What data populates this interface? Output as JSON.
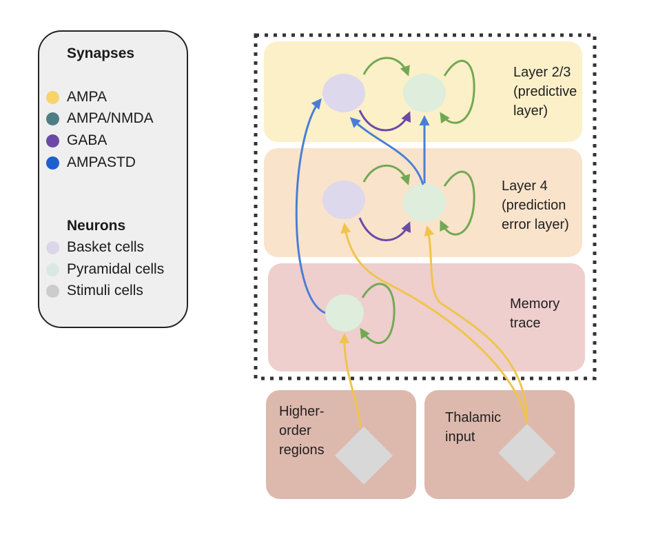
{
  "legend": {
    "synapses_heading": "Synapses",
    "synapses": [
      {
        "label": "AMPA",
        "color": "#f7d36b"
      },
      {
        "label": "AMPA/NMDA",
        "color": "#4f7d86"
      },
      {
        "label": "GABA",
        "color": "#6a4aa6"
      },
      {
        "label": "AMPASTD",
        "color": "#1e5fd0"
      }
    ],
    "neurons_heading": "Neurons",
    "neurons": [
      {
        "label": "Basket cells",
        "color": "#dcd6ea"
      },
      {
        "label": "Pyramidal cells",
        "color": "#d9e8e4"
      },
      {
        "label": "Stimuli cells",
        "color": "#cccccc"
      }
    ]
  },
  "layers": {
    "layer23": {
      "lines": [
        "Layer 2/3",
        "(predictive",
        "layer)"
      ],
      "color": "#fbf0c8"
    },
    "layer4": {
      "lines": [
        "Layer 4",
        "(prediction",
        "error layer)"
      ],
      "color": "#f9e3cb"
    },
    "memory": {
      "lines": [
        "Memory",
        "trace"
      ],
      "color": "#eecfcd"
    }
  },
  "inputs": {
    "higher": {
      "lines": [
        "Higher-",
        "order",
        "regions"
      ],
      "color": "#ddb9ad"
    },
    "thalamic": {
      "lines": [
        "Thalamic",
        "input"
      ],
      "color": "#ddb9ad"
    }
  },
  "colors": {
    "ampa": "#f0c44c",
    "ampastd": "#4a7ed6",
    "gaba": "#6a4aa6",
    "recurrent": "#72a852",
    "basket_cell": "#ddd8ec",
    "pyramidal_cell": "#deeddc",
    "stimulus_cell": "#d8d8d8",
    "border": "#333333"
  }
}
